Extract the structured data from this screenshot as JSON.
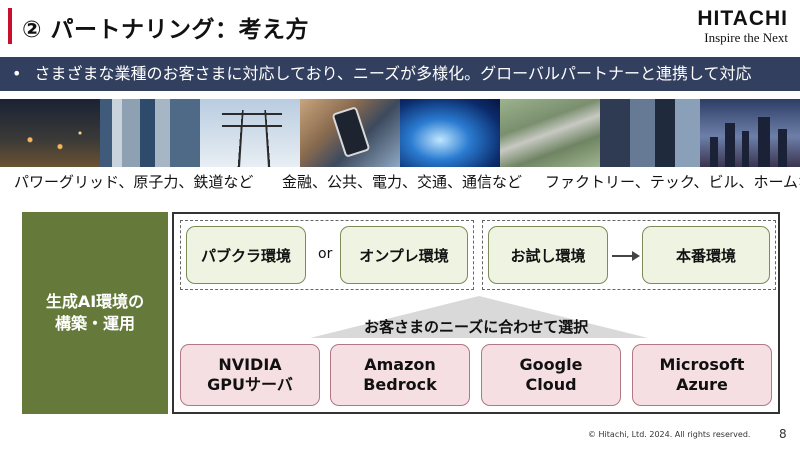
{
  "header": {
    "title": "② パートナリング：考え方",
    "logo_name": "HITACHI",
    "logo_tagline": "Inspire the Next"
  },
  "banner": {
    "bullet": "•",
    "text": "さまざまな業種のお客さまに対応しており、ニーズが多様化。グローバルパートナーと連携して対応"
  },
  "industries": [
    "パワーグリッド、原子力、鉄道など",
    "金融、公共、電力、交通、通信など",
    "ファクトリー、テック、ビル、ホームなど"
  ],
  "diagram": {
    "left_label": "生成AI環境の\n構築・運用",
    "env_group_1": {
      "a": "パブクラ環境",
      "connector": "or",
      "b": "オンプレ環境"
    },
    "env_group_2": {
      "a": "お試し環境",
      "b": "本番環境"
    },
    "selection_caption": "お客さまのニーズに合わせて選択",
    "vendors": [
      "NVIDIA\nGPUサーバ",
      "Amazon\nBedrock",
      "Google\nCloud",
      "Microsoft\nAzure"
    ]
  },
  "footer": {
    "copyright": "© Hitachi, Ltd. 2024. All rights reserved.",
    "page": "8"
  },
  "colors": {
    "accent": "#c8102e",
    "banner_bg": "#333f5f",
    "left_box_bg": "#657a3a",
    "env_fill": "#eff3e2",
    "vendor_fill": "#f5dfe2"
  }
}
